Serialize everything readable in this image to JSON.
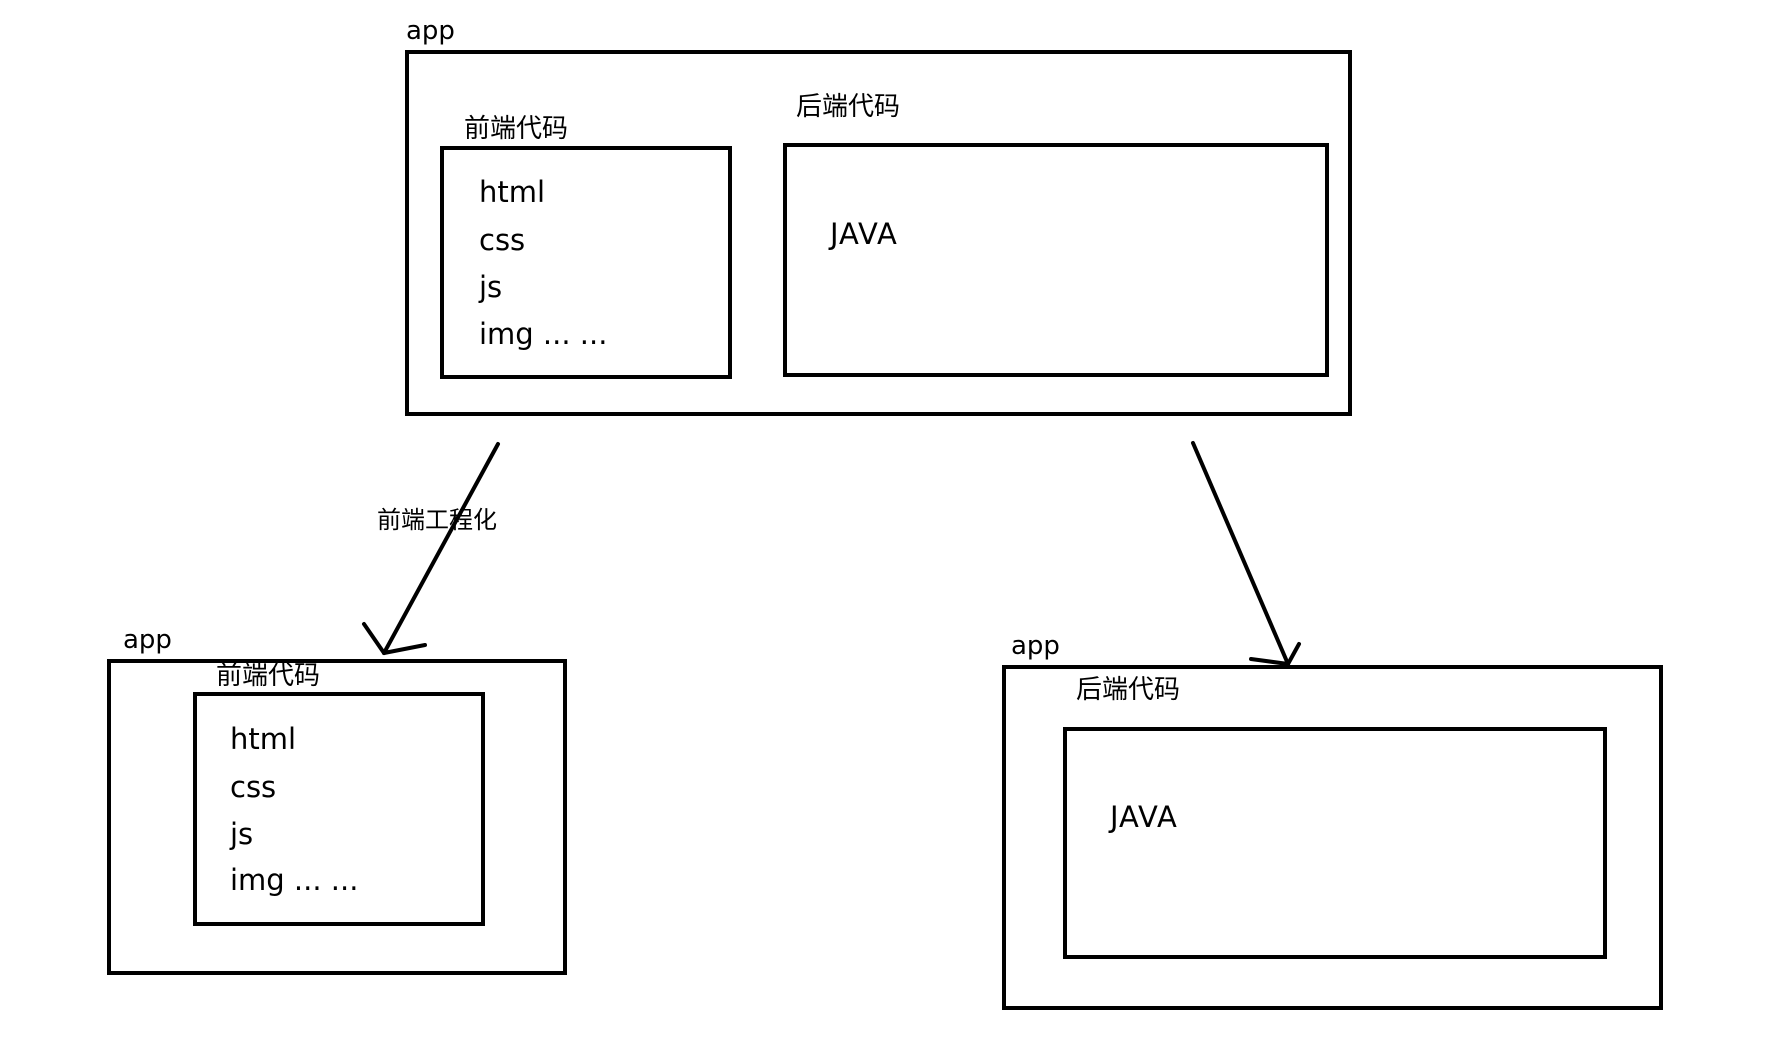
{
  "top": {
    "app_label": "app",
    "frontend": {
      "title": "前端代码",
      "items": [
        "html",
        "css",
        "js",
        "img ... ..."
      ]
    },
    "backend": {
      "title": "后端代码",
      "content": "JAVA"
    }
  },
  "arrow_left_label": "前端工程化",
  "bottom_left": {
    "app_label": "app",
    "frontend": {
      "title": "前端代码",
      "items": [
        "html",
        "css",
        "js",
        "img ... ..."
      ]
    }
  },
  "bottom_right": {
    "app_label": "app",
    "backend": {
      "title": "后端代码",
      "content": "JAVA"
    }
  }
}
